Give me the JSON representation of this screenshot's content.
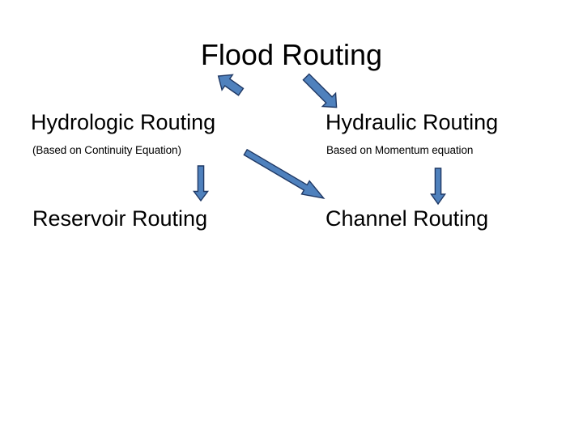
{
  "slide": {
    "background_color": "#FFFFFF",
    "text_color": "#000000",
    "title": "Flood Routing"
  },
  "diagram": {
    "type": "flow-hierarchy",
    "accent_color": "#4F81BD",
    "accent_outline_color": "#1F3864",
    "root": {
      "label": "Flood Routing"
    },
    "branches": [
      {
        "heading": "Hydrologic Routing",
        "subtitle": "(Based on Continuity Equation)",
        "leaf": "Reservoir Routing"
      },
      {
        "heading": "Hydraulic Routing",
        "subtitle": "Based on Momentum equation",
        "leaf": "Channel Routing"
      }
    ],
    "connectors": [
      {
        "name": "title-to-hydrologic",
        "direction": "down-left"
      },
      {
        "name": "title-to-hydraulic",
        "direction": "down-right"
      },
      {
        "name": "hydrologic-to-reservoir",
        "direction": "down"
      },
      {
        "name": "hydrologic-to-channel",
        "direction": "down-right"
      },
      {
        "name": "hydraulic-to-channel",
        "direction": "down"
      }
    ]
  }
}
